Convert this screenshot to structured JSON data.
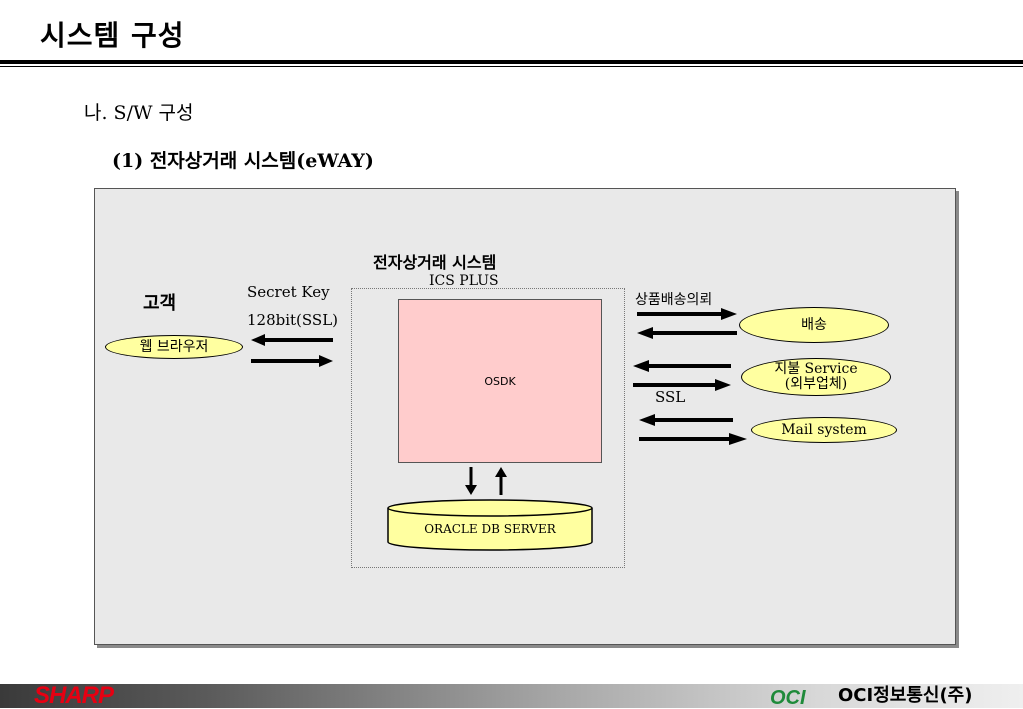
{
  "header": {
    "title": "시스템 구성"
  },
  "section": {
    "heading": "나. S/W 구성"
  },
  "subsection": {
    "heading": "(1) 전자상거래 시스템(eWAY)"
  },
  "diagram": {
    "system_title": "전자상거래 시스템",
    "ics_label": "ICS PLUS",
    "customer_label": "고객",
    "browser_label": "웹 브라우저",
    "secret_key_label": "Secret Key",
    "ssl_bits_label": "128bit(SSL)",
    "osdk_label": "OSDK",
    "db_label": "ORACLE DB SERVER",
    "delivery_request_label": "상품배송의뢰",
    "delivery_label": "배송",
    "payment_line1": "지불 Service",
    "payment_line2": "(외부업체)",
    "ssl_label": "SSL",
    "mail_label": "Mail system"
  },
  "footer": {
    "left_logo": "SHARP",
    "right_logo_mark": "OCI",
    "right_logo_text": "OCI정보통신(주)"
  },
  "colors": {
    "osdk_fill": "#ffcccc",
    "ellipse_fill": "#ffffa0",
    "frame_fill": "#e9e9e9",
    "sharp_red": "#e60012",
    "oci_green": "#1f8a3a"
  }
}
